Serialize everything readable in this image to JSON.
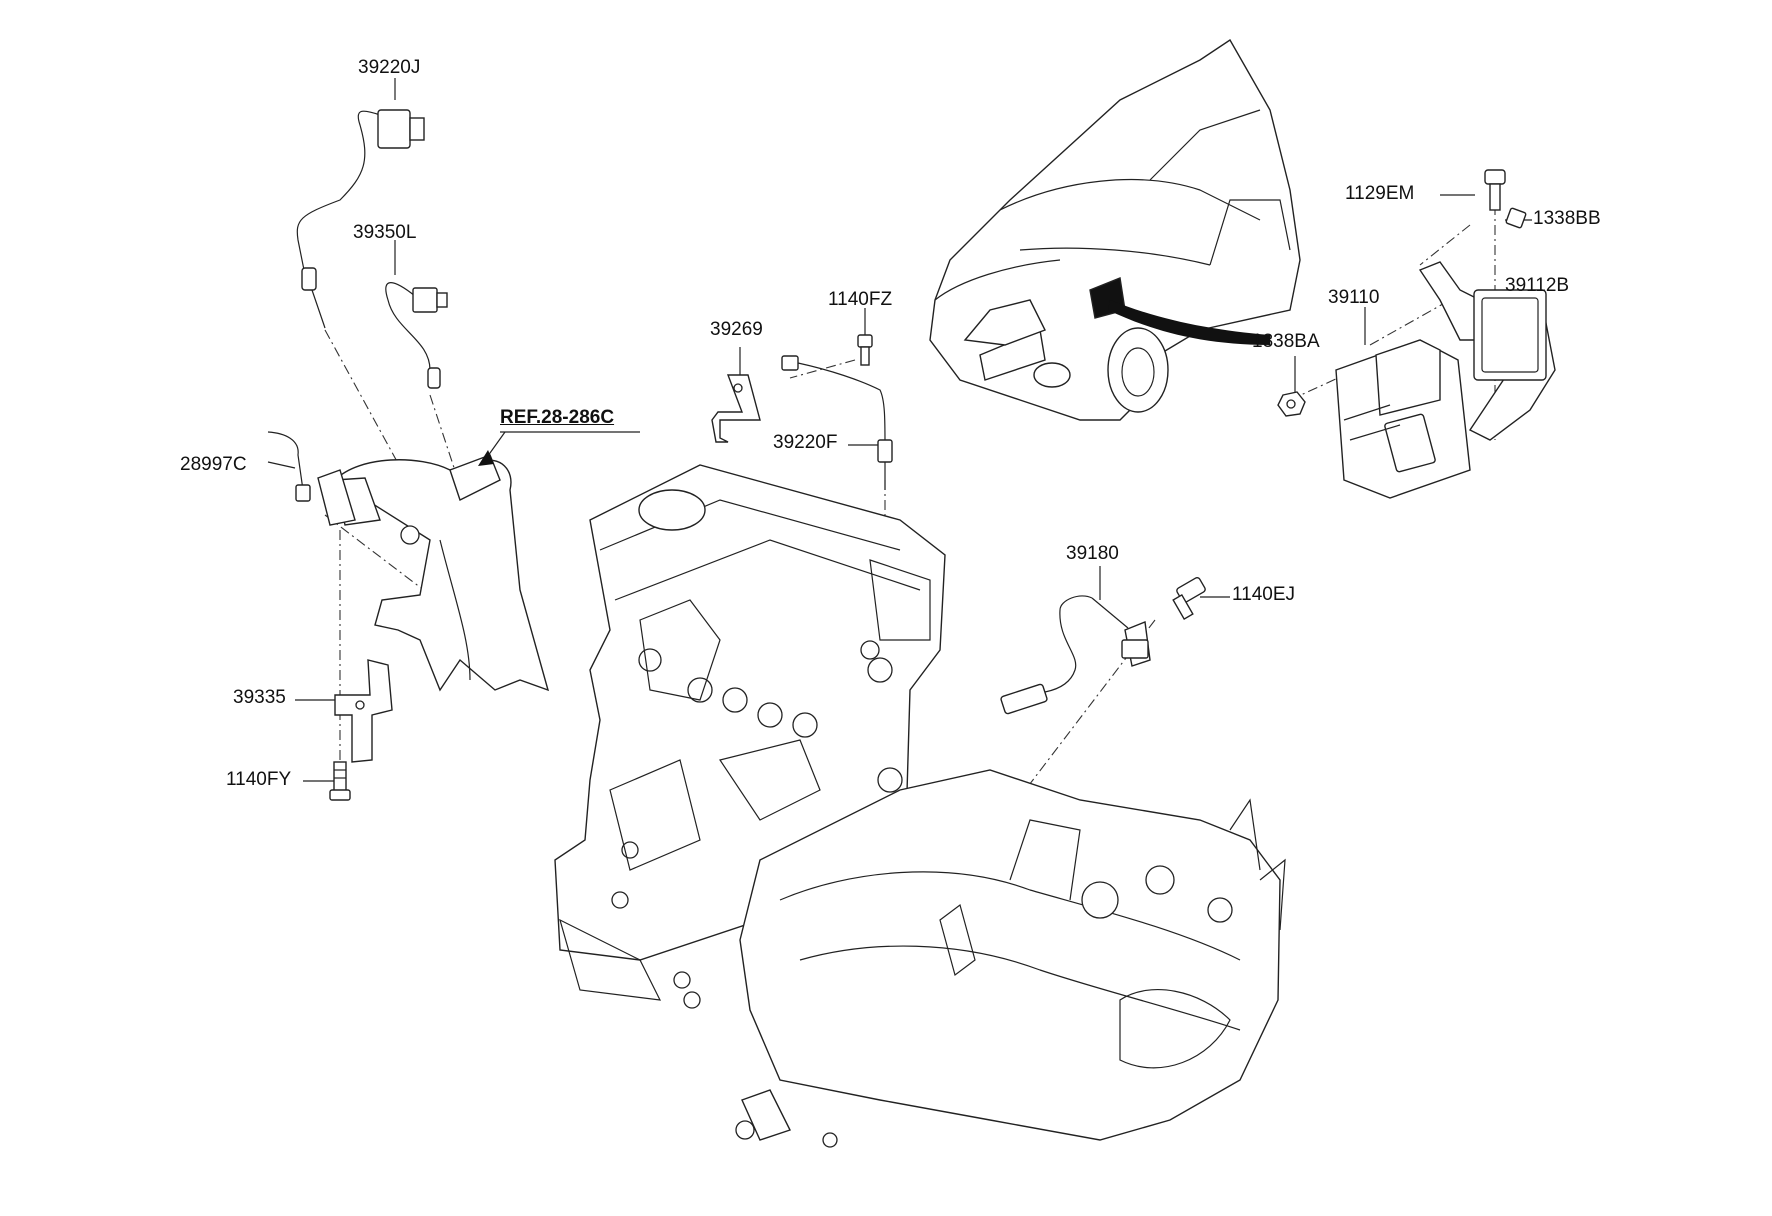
{
  "labels": {
    "p39220J": "39220J",
    "p39350L": "39350L",
    "ref": "REF.28-286C",
    "p28997C": "28997C",
    "p39335": "39335",
    "p1140FY": "1140FY",
    "p39269": "39269",
    "p1140FZ": "1140FZ",
    "p39220F": "39220F",
    "p39180": "39180",
    "p1140EJ": "1140EJ",
    "p1129EM": "1129EM",
    "p1338BB": "1338BB",
    "p39110": "39110",
    "p39112B": "39112B",
    "p1338BA": "1338BA"
  },
  "colors": {
    "line": "#222222",
    "background": "#ffffff"
  }
}
